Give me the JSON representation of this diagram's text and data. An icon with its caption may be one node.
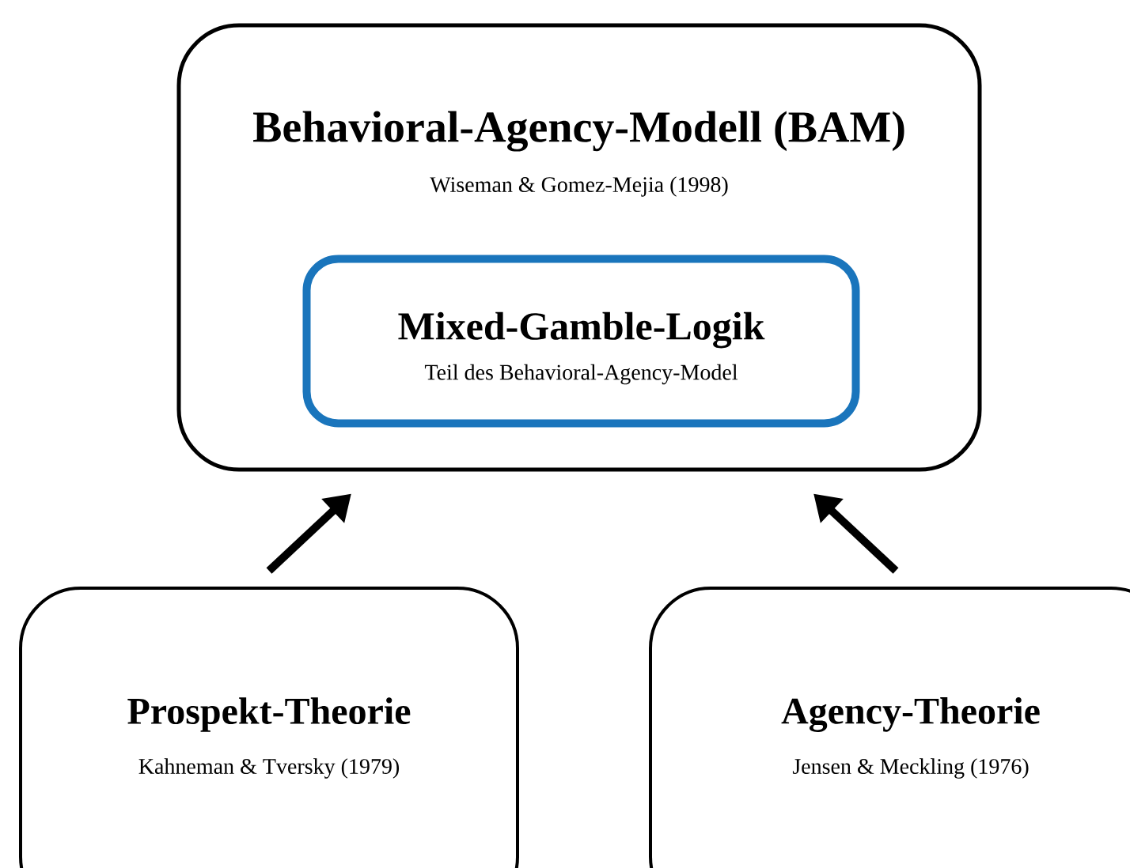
{
  "diagram": {
    "nodes": [
      {
        "text": [
          "Behavioral-Agency-Modell (BAM)",
          "Wiseman & Gomez-Mejia (1998)"
        ]
      },
      {
        "text": [
          "Mixed-Gamble-Logik",
          "Teil des Behavioral-Agency-Model"
        ],
        "in": 0
      },
      {
        "text": [
          "Prospekt-Theorie",
          "Kahneman & Tversky (1979)"
        ]
      },
      {
        "text": [
          "Agency-Theorie",
          "Jensen & Meckling (1976)"
        ]
      }
    ],
    "edges": [
      {
        "from": 2,
        "to": 0,
        "arrow": "to"
      },
      {
        "from": 3,
        "to": 0,
        "arrow": "to"
      }
    ]
  }
}
